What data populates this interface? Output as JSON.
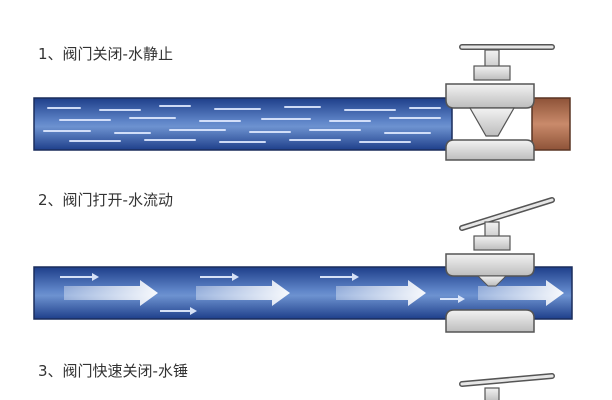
{
  "steps": [
    {
      "label": "1、阀门关闭-水静止"
    },
    {
      "label": "2、阀门打开-水流动"
    },
    {
      "label": "3、阀门快速关闭-水锤"
    }
  ],
  "colors": {
    "pipe_blue_dark": "#1e3f8a",
    "pipe_blue_light": "#a9c0e6",
    "valve_gray": "#d9d9d9",
    "valve_outline": "#555555",
    "stagnant_water": "#b5775a",
    "flow_arrow": "#e8f0ff"
  }
}
